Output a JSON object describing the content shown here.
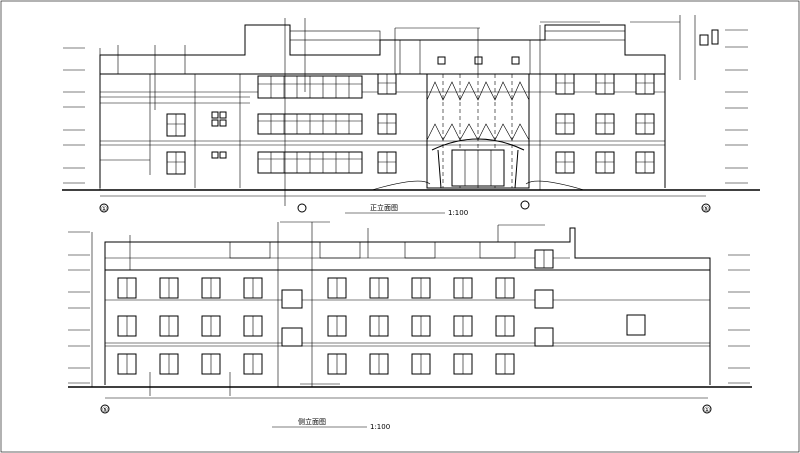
{
  "drawing": {
    "front_elevation": {
      "title": "正立面图",
      "scale": "1:100",
      "axis_left": "①",
      "axis_right": "⑤"
    },
    "side_elevation": {
      "title": "侧立面图",
      "scale": "1:100",
      "axis_left": "⑤",
      "axis_right": "①"
    }
  }
}
